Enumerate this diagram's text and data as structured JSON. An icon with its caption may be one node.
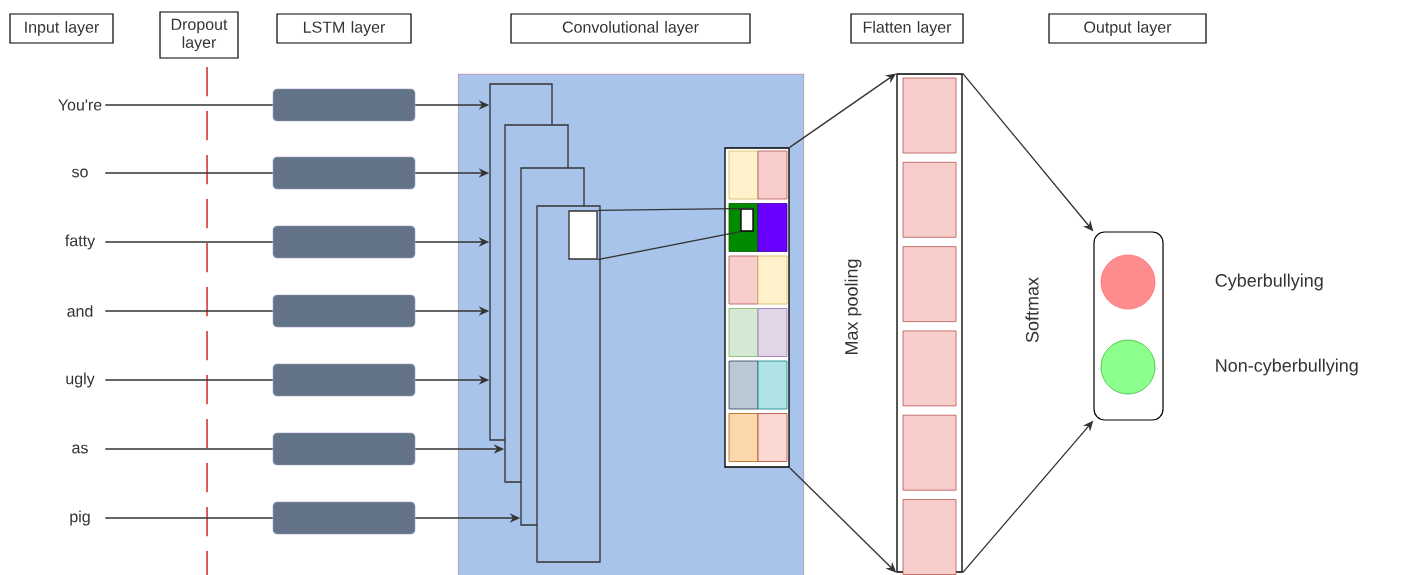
{
  "diagram": {
    "nodes": [
      {
        "text": [
          "Input layer"
        ]
      },
      {
        "text": [
          "Dropout layer"
        ]
      },
      {
        "text": [
          "LSTM layer"
        ]
      },
      {
        "text": [
          "Convolutional layer"
        ]
      },
      {
        "text": [
          "Flatten layer"
        ]
      },
      {
        "text": [
          "Output layer"
        ]
      },
      {
        "text": [
          "You're"
        ]
      },
      {
        "text": [
          "so"
        ]
      },
      {
        "text": [
          "fatty"
        ]
      },
      {
        "text": [
          "and"
        ]
      },
      {
        "text": [
          "ugly"
        ]
      },
      {
        "text": [
          "as"
        ]
      },
      {
        "text": [
          "pig"
        ]
      },
      {
        "text": [],
        "shape": "box"
      },
      {
        "text": [],
        "shape": "box"
      },
      {
        "text": [],
        "shape": "box"
      },
      {
        "text": [],
        "shape": "box"
      },
      {
        "text": [],
        "shape": "box"
      },
      {
        "text": [],
        "shape": "box"
      },
      {
        "text": [],
        "shape": "box"
      },
      {
        "text": [],
        "shape": "box"
      },
      {
        "text": [],
        "shape": "box",
        "in": 20
      },
      {
        "text": [],
        "shape": "box",
        "in": 20
      },
      {
        "text": [],
        "shape": "box",
        "in": 20
      },
      {
        "text": [],
        "shape": "box",
        "in": 20
      },
      {
        "text": [],
        "shape": "box",
        "in": 24
      },
      {
        "text": [],
        "shape": "box",
        "in": 20
      },
      {
        "text": [],
        "shape": "box",
        "in": 26
      },
      {
        "text": [],
        "shape": "box"
      },
      {
        "text": [],
        "shape": "box"
      },
      {
        "text": [],
        "shape": "circle",
        "in": 29,
        "beside": [
          "Cyberbullying"
        ]
      },
      {
        "text": [],
        "shape": "circle",
        "in": 29,
        "beside": [
          "Non-cyberbullying"
        ]
      }
    ],
    "edges": [
      {
        "from": 6,
        "to": 13,
        "arrow": "none"
      },
      {
        "from": 7,
        "to": 14,
        "arrow": "none"
      },
      {
        "from": 8,
        "to": 15,
        "arrow": "none"
      },
      {
        "from": 9,
        "to": 16,
        "arrow": "none"
      },
      {
        "from": 10,
        "to": 17,
        "arrow": "none"
      },
      {
        "from": 11,
        "to": 18,
        "arrow": "none"
      },
      {
        "from": 12,
        "to": 19,
        "arrow": "none"
      },
      {
        "from": 13,
        "to": 21,
        "arrow": "to"
      },
      {
        "from": 14,
        "to": 21,
        "arrow": "to"
      },
      {
        "from": 15,
        "to": 21,
        "arrow": "to"
      },
      {
        "from": 16,
        "to": 21,
        "arrow": "to"
      },
      {
        "from": 17,
        "to": 21,
        "arrow": "to"
      },
      {
        "from": 18,
        "to": 22,
        "arrow": "to"
      },
      {
        "from": 19,
        "to": 23,
        "arrow": "to"
      },
      {
        "from": 25,
        "to": 27,
        "arrow": "none"
      },
      {
        "from": 25,
        "to": 27,
        "arrow": "none"
      },
      {
        "from": 26,
        "to": 28,
        "arrow": "to"
      },
      {
        "from": 26,
        "to": 28,
        "arrow": "to"
      },
      {
        "from": 28,
        "to": 29,
        "arrow": "to"
      },
      {
        "from": 28,
        "to": 29,
        "arrow": "to"
      }
    ],
    "labels": [
      "Max pooling",
      "Softmax"
    ]
  }
}
